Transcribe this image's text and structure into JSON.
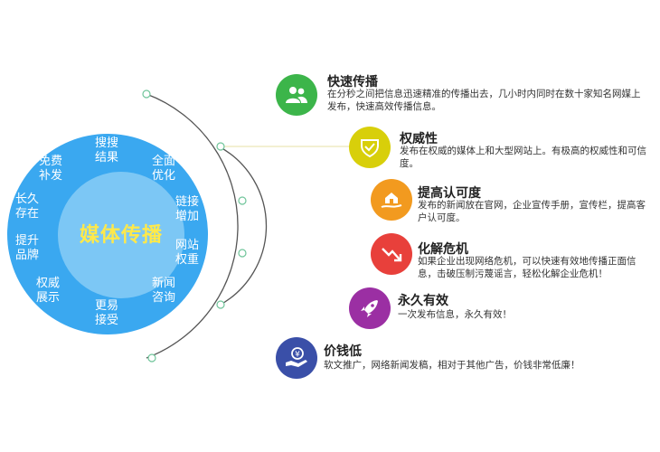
{
  "center": {
    "title": "媒体传播"
  },
  "segments": [
    {
      "label": "搜搜\n结果"
    },
    {
      "label": "全面\n优化"
    },
    {
      "label": "链接\n增加"
    },
    {
      "label": "网站\n权重"
    },
    {
      "label": "新闻\n咨询"
    },
    {
      "label": "更易\n接受"
    },
    {
      "label": "权威\n展示"
    },
    {
      "label": "提升\n品牌"
    },
    {
      "label": "长久\n存在"
    },
    {
      "label": "免费\n补发"
    }
  ],
  "benefits": [
    {
      "title": "快速传播",
      "desc": "在分秒之间把信息迅速精准的传播出去，几小时内同时在数十家知名网媒上发布，快速高效传播信息。",
      "color": "#3cb54a",
      "icon": "users-icon"
    },
    {
      "title": "权威性",
      "desc": "发布在权威的媒体上和大型网站上。有极高的权威性和可信度。",
      "color": "#d8cf0a",
      "icon": "shield-check-icon"
    },
    {
      "title": "提高认可度",
      "desc": "发布的新闻放在官网，企业宣传手册，宣传栏，提高客户认可度。",
      "color": "#f29a1f",
      "icon": "house-hand-icon"
    },
    {
      "title": "化解危机",
      "desc": "如果企业出现网络危机，可以快速有效地传播正面信息，击破压制污蔑谣言，轻松化解企业危机！",
      "color": "#e8403b",
      "icon": "trend-down-icon"
    },
    {
      "title": "永久有效",
      "desc": "一次发布信息，永久有效！",
      "color": "#9b2fa3",
      "icon": "rocket-icon"
    },
    {
      "title": "价钱低",
      "desc": "软文推广，网络新闻发稿，相对于其他广告，价钱非常低廉！",
      "color": "#3a4fa8",
      "icon": "money-hand-icon"
    }
  ]
}
